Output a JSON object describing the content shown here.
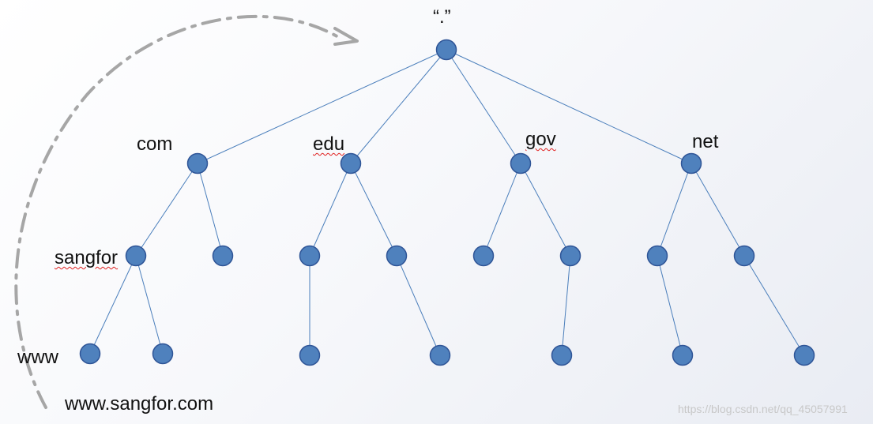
{
  "labels": {
    "root": "“.”",
    "com": "com",
    "edu": "edu",
    "gov": "gov",
    "net": "net",
    "sangfor": "sangfor",
    "www": "www",
    "fqdn": "www.sangfor.com"
  },
  "watermark": "https://blog.csdn.net/qq_45057991",
  "colors": {
    "node_fill": "#4f81bd",
    "node_stroke": "#2f5597",
    "edge": "#4a7ebb",
    "arrow": "#a6a6a6"
  }
}
